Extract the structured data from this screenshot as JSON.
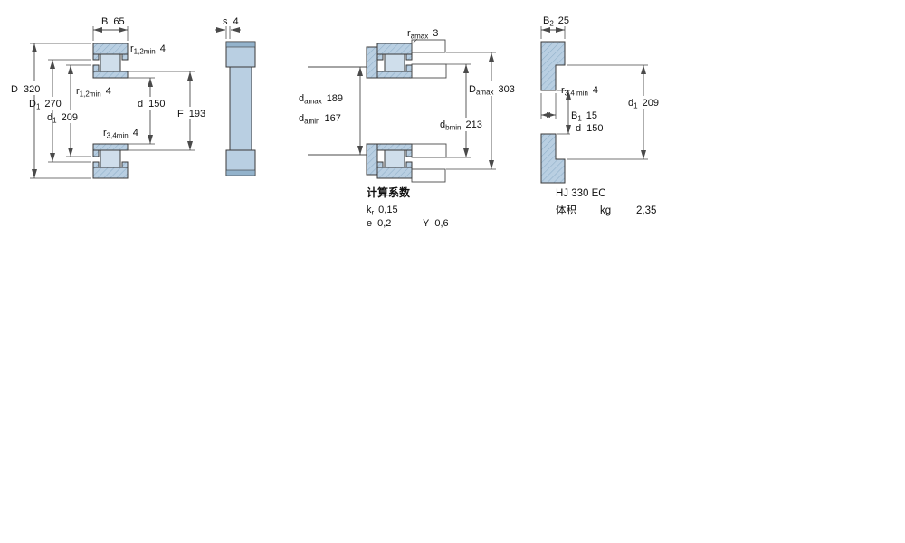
{
  "title": "bearing-technical-drawing",
  "colors": {
    "background": "#ffffff",
    "part_fill": "#b9cfe2",
    "part_fill_dark": "#93b3cc",
    "roller_fill": "#cfdeeb",
    "outline": "#3a3a3a",
    "dimension_line": "#4a4a4a",
    "text": "#111111"
  },
  "main_view": {
    "dims": {
      "B": {
        "base": "B",
        "sub": "",
        "value": "65"
      },
      "r12_top": {
        "base": "r",
        "sub": "1,2min",
        "value": "4"
      },
      "D": {
        "base": "D",
        "sub": "",
        "value": "320"
      },
      "D1": {
        "base": "D",
        "sub": "1",
        "value": "270"
      },
      "d1": {
        "base": "d",
        "sub": "1",
        "value": "209"
      },
      "r12_mid": {
        "base": "r",
        "sub": "1,2min",
        "value": "4"
      },
      "d": {
        "base": "d",
        "sub": "",
        "value": "150"
      },
      "F": {
        "base": "F",
        "sub": "",
        "value": "193"
      },
      "r34": {
        "base": "r",
        "sub": "3,4min",
        "value": "4"
      }
    }
  },
  "side_view": {
    "dims": {
      "s": {
        "base": "s",
        "sub": "",
        "value": "4"
      }
    }
  },
  "mounting_view": {
    "dims": {
      "ra": {
        "base": "r",
        "sub": "amax",
        "value": "3"
      },
      "damax": {
        "base": "d",
        "sub": "amax",
        "value": "189"
      },
      "damin": {
        "base": "d",
        "sub": "amin",
        "value": "167"
      },
      "Damax": {
        "base": "D",
        "sub": "amax",
        "value": "303"
      },
      "dbmin": {
        "base": "d",
        "sub": "bmin",
        "value": "213"
      }
    },
    "calculation": {
      "heading": "计算系数",
      "kr": {
        "base": "k",
        "sub": "r",
        "value": "0,15"
      },
      "e": {
        "base": "e",
        "sub": "",
        "value": "0,2"
      },
      "Y": {
        "base": "Y",
        "sub": "",
        "value": "0,6"
      }
    }
  },
  "ring_view": {
    "dims": {
      "B2": {
        "base": "B",
        "sub": "2",
        "value": "25"
      },
      "r34": {
        "base": "r",
        "sub": "3,4 min",
        "value": "4"
      },
      "d1": {
        "base": "d",
        "sub": "1",
        "value": "209"
      },
      "B1": {
        "base": "B",
        "sub": "1",
        "value": "15"
      },
      "d": {
        "base": "d",
        "sub": "",
        "value": "150"
      }
    },
    "info": {
      "designation": "HJ 330 EC",
      "mass_label": "体积",
      "mass_unit": "kg",
      "mass_value": "2,35"
    }
  }
}
